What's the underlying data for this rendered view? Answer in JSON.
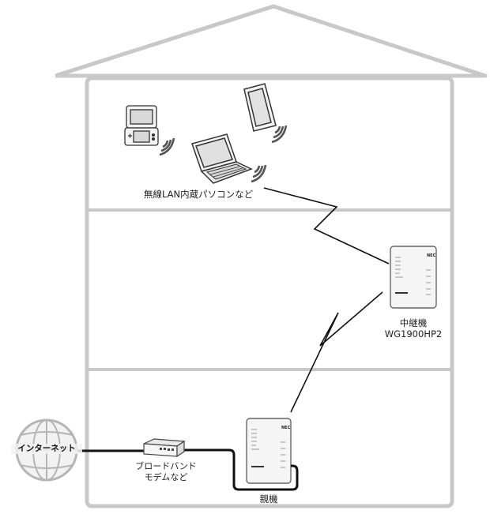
{
  "labels": {
    "wireless_devices": "無線LAN内蔵パソコンなど",
    "repeater_name": "中継機",
    "repeater_model": "WG1900HP2",
    "modem_line1": "ブロードバンド",
    "modem_line2": "モデムなど",
    "parent_router": "親機",
    "internet": "インターネット"
  },
  "router_brand": "NEC",
  "colors": {
    "house": "#c8c8c8",
    "cable": "#111111",
    "signal": "#111111",
    "globe": "#b5b5b5"
  },
  "icons": {
    "game": "handheld-game-icon",
    "tablet": "tablet-icon",
    "laptop": "laptop-icon",
    "repeater": "router-icon",
    "parent": "router-icon",
    "modem": "modem-icon",
    "globe": "globe-icon"
  }
}
